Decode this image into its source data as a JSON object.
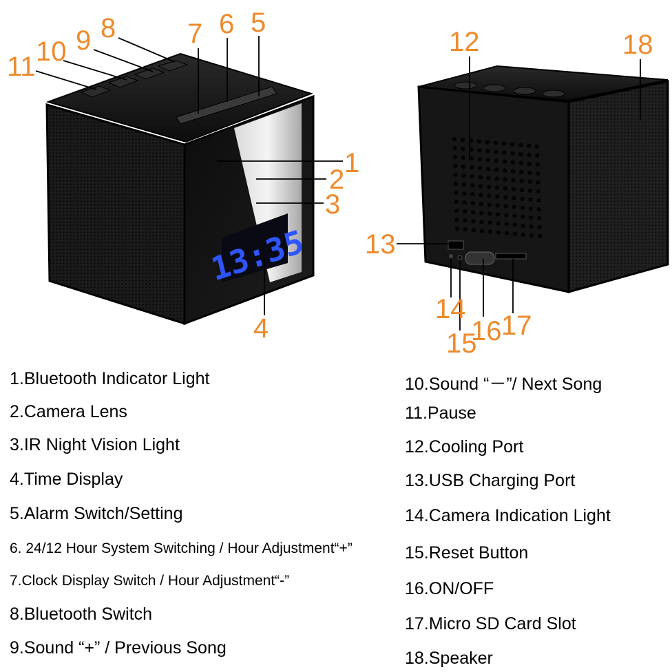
{
  "colors": {
    "callout": "#EE8A2B",
    "body": "#111111",
    "display_digits": "#2F55FF"
  },
  "display": {
    "time": "13:35"
  },
  "callouts": [
    "1",
    "2",
    "3",
    "4",
    "5",
    "6",
    "7",
    "8",
    "9",
    "10",
    "11",
    "12",
    "13",
    "14",
    "15",
    "16",
    "17",
    "18"
  ],
  "legend": [
    "1.Bluetooth Indicator Light",
    "2.Camera Lens",
    "3.IR Night Vision Light",
    "4.Time Display",
    "5.Alarm Switch/Setting",
    "6. 24/12 Hour System Switching / Hour Adjustment“+”",
    "7.Clock Display Switch / Hour Adjustment“-”",
    "8.Bluetooth Switch",
    "9.Sound “+” / Previous Song",
    "10.Sound “－”/ Next Song",
    "11.Pause",
    "12.Cooling Port",
    "13.USB Charging Port",
    "14.Camera Indication Light",
    "15.Reset Button",
    "16.ON/OFF",
    "17.Micro SD Card Slot",
    "18.Speaker"
  ]
}
